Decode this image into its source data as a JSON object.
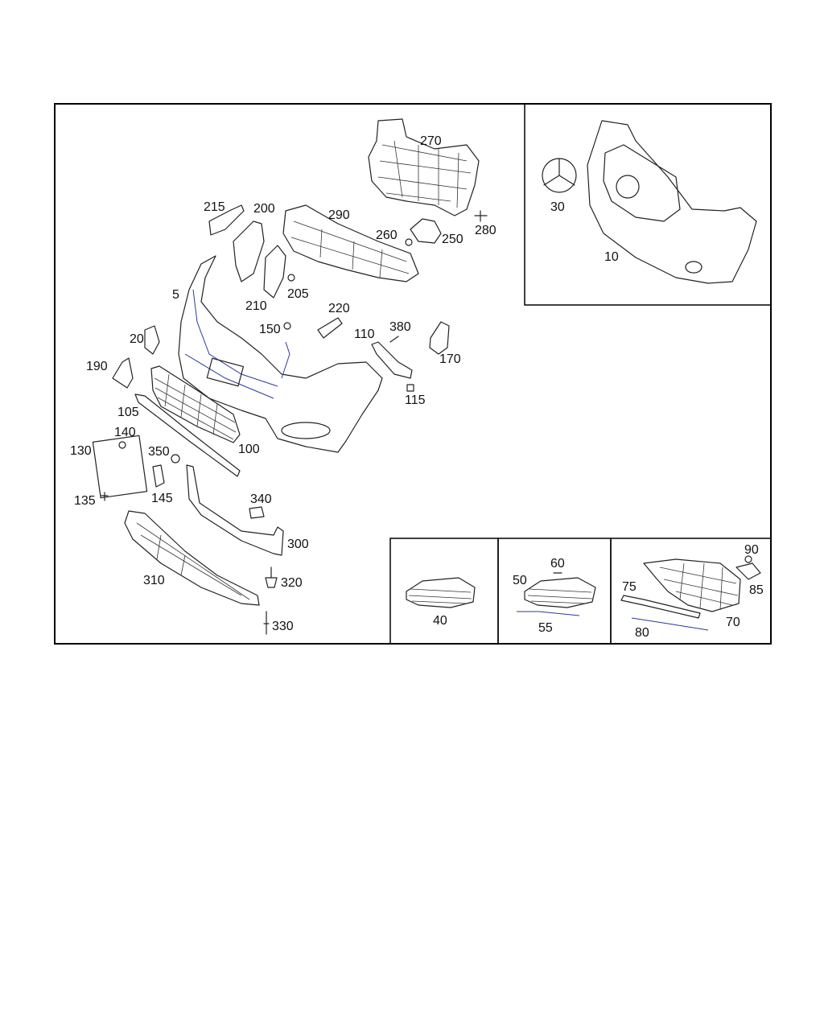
{
  "diagram": {
    "callouts": {
      "c5": "5",
      "c10": "10",
      "c20": "20",
      "c30": "30",
      "c40": "40",
      "c50": "50",
      "c55": "55",
      "c60": "60",
      "c70": "70",
      "c75": "75",
      "c80": "80",
      "c85": "85",
      "c90": "90",
      "c100": "100",
      "c105": "105",
      "c110": "110",
      "c115": "115",
      "c130": "130",
      "c135": "135",
      "c140": "140",
      "c145": "145",
      "c150": "150",
      "c170": "170",
      "c190": "190",
      "c200": "200",
      "c205": "205",
      "c210": "210",
      "c215": "215",
      "c220": "220",
      "c250": "250",
      "c260": "260",
      "c270": "270",
      "c280": "280",
      "c290": "290",
      "c300": "300",
      "c310": "310",
      "c320": "320",
      "c330": "330",
      "c340": "340",
      "c350": "350",
      "c380": "380"
    }
  }
}
